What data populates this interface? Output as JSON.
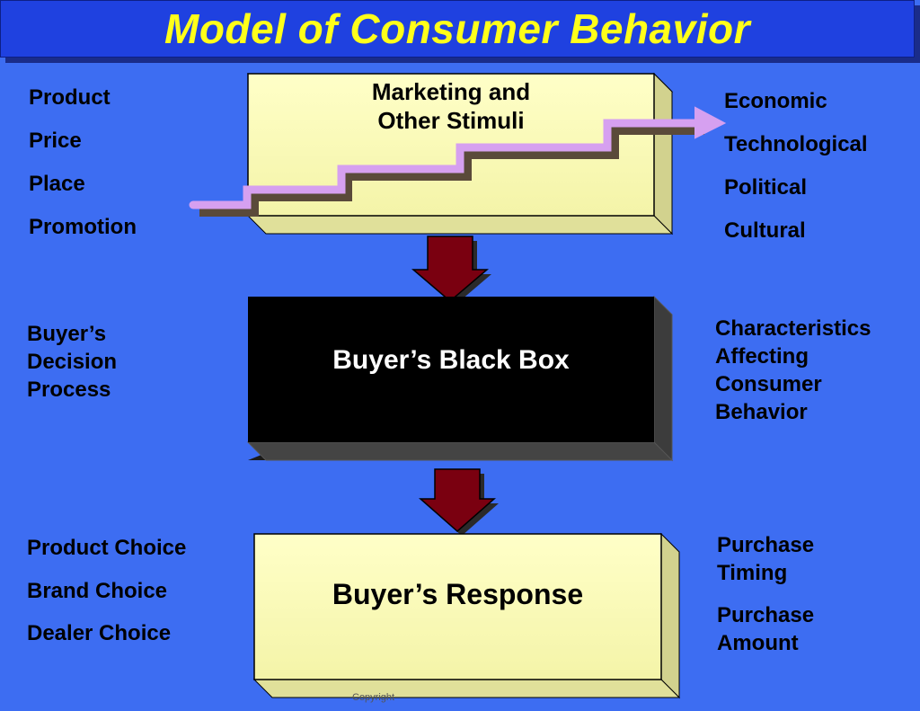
{
  "title": "Model of Consumer Behavior",
  "stimuli_box": {
    "title": "Marketing and\nOther Stimuli",
    "marketing_items": [
      "Product",
      "Price",
      "Place",
      "Promotion"
    ],
    "environmental_items": [
      "Economic",
      "Technological",
      "Political",
      "Cultural"
    ]
  },
  "black_box": {
    "title": "Buyer’s Black Box",
    "left_label": "Buyer’s\nDecision\nProcess",
    "right_label": "Characteristics\nAffecting\nConsumer\nBehavior"
  },
  "response_box": {
    "title": "Buyer’s Response",
    "left_items": [
      "Product Choice",
      "Brand Choice",
      "Dealer Choice"
    ],
    "right_items": [
      "Purchase\nTiming",
      "Purchase\nAmount"
    ]
  },
  "footer": "Copyright",
  "colors": {
    "background": "#3d6df2",
    "title_text": "#ffff1a",
    "box_face": "#ffffc0",
    "black_box": "#000000",
    "arrow": "#7a0010",
    "stimuli_line": "#d6a0f0"
  }
}
